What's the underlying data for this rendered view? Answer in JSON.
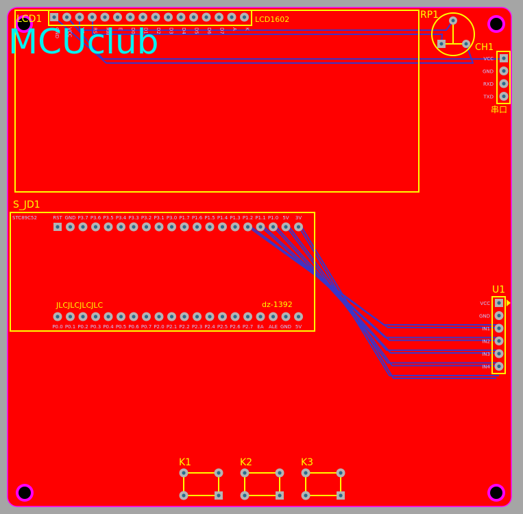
{
  "colors": {
    "background": "#a5a5a5",
    "board": "#ff0000",
    "outline": "#ff00ff",
    "silkscreen": "#ffff00",
    "trace": "#3b35c8",
    "pad": "#b4b4b4",
    "logo": "#00f2f2"
  },
  "logo": {
    "text": "MCUclub"
  },
  "lcd": {
    "designator": "LCD1",
    "part": "LCD1602",
    "pin_labels": [
      "GND",
      "VCC",
      "V0",
      "RS",
      "RW",
      "E",
      "D0",
      "D1",
      "D2",
      "D3",
      "D4",
      "D5",
      "D6",
      "D7",
      "A",
      "K"
    ]
  },
  "rp": {
    "designator": "RP1"
  },
  "ch": {
    "designator": "CH1",
    "caption": "串口",
    "pin_labels": [
      "VCC",
      "GND",
      "RXD",
      "TXD"
    ]
  },
  "sjd": {
    "designator": "S_JD1",
    "corner_label": "STC89C52",
    "bottom_text": "JLCJLCJLCJLC",
    "model": "dz-1392",
    "top_labels": [
      "RST",
      "GND",
      "P3.7",
      "P3.6",
      "P3.5",
      "P3.4",
      "P3.3",
      "P3.2",
      "P3.1",
      "P3.0",
      "P1.7",
      "P1.6",
      "P1.5",
      "P1.4",
      "P1.3",
      "P1.2",
      "P1.1",
      "P1.0",
      "5V",
      "3V"
    ],
    "bottom_labels": [
      "P0.0",
      "P0.1",
      "P0.2",
      "P0.3",
      "P0.4",
      "P0.5",
      "P0.6",
      "P0.7",
      "P2.0",
      "P2.1",
      "P2.2",
      "P2.3",
      "P2.4",
      "P2.5",
      "P2.6",
      "P2.7",
      "EA",
      "ALE",
      "GND",
      "5V"
    ]
  },
  "u1": {
    "designator": "U1",
    "pin_labels": [
      "VCC",
      "GND",
      "IN1",
      "IN2",
      "IN3",
      "IN4"
    ]
  },
  "keys": [
    "K1",
    "K2",
    "K3"
  ]
}
